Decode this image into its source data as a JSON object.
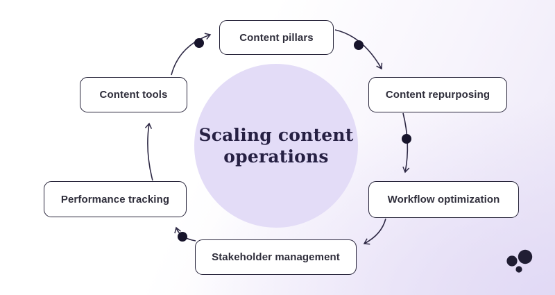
{
  "diagram": {
    "title": {
      "line1": "Scaling content",
      "line2": "operations"
    },
    "nodes": [
      {
        "id": "content-pillars",
        "label": "Content pillars"
      },
      {
        "id": "content-repurposing",
        "label": "Content repurposing"
      },
      {
        "id": "workflow-optimization",
        "label": "Workflow optimization"
      },
      {
        "id": "stakeholder-management",
        "label": "Stakeholder management"
      },
      {
        "id": "performance-tracking",
        "label": "Performance tracking"
      },
      {
        "id": "content-tools",
        "label": "Content tools"
      }
    ],
    "flow_order": [
      "Content pillars",
      "Content repurposing",
      "Workflow optimization",
      "Stakeholder management",
      "Performance tracking",
      "Content tools"
    ],
    "colors": {
      "circle_fill": "#e3dcf7",
      "background_tint": "#ece7f7",
      "node_border": "#262339",
      "node_fill": "#ffffff",
      "node_text": "#2f2e3b",
      "title_text": "#262043",
      "arrow": "#2e2945",
      "logo": "#201d33"
    },
    "icons": [
      "arrow-dot",
      "chevron-arrowhead",
      "logo-dots"
    ]
  }
}
